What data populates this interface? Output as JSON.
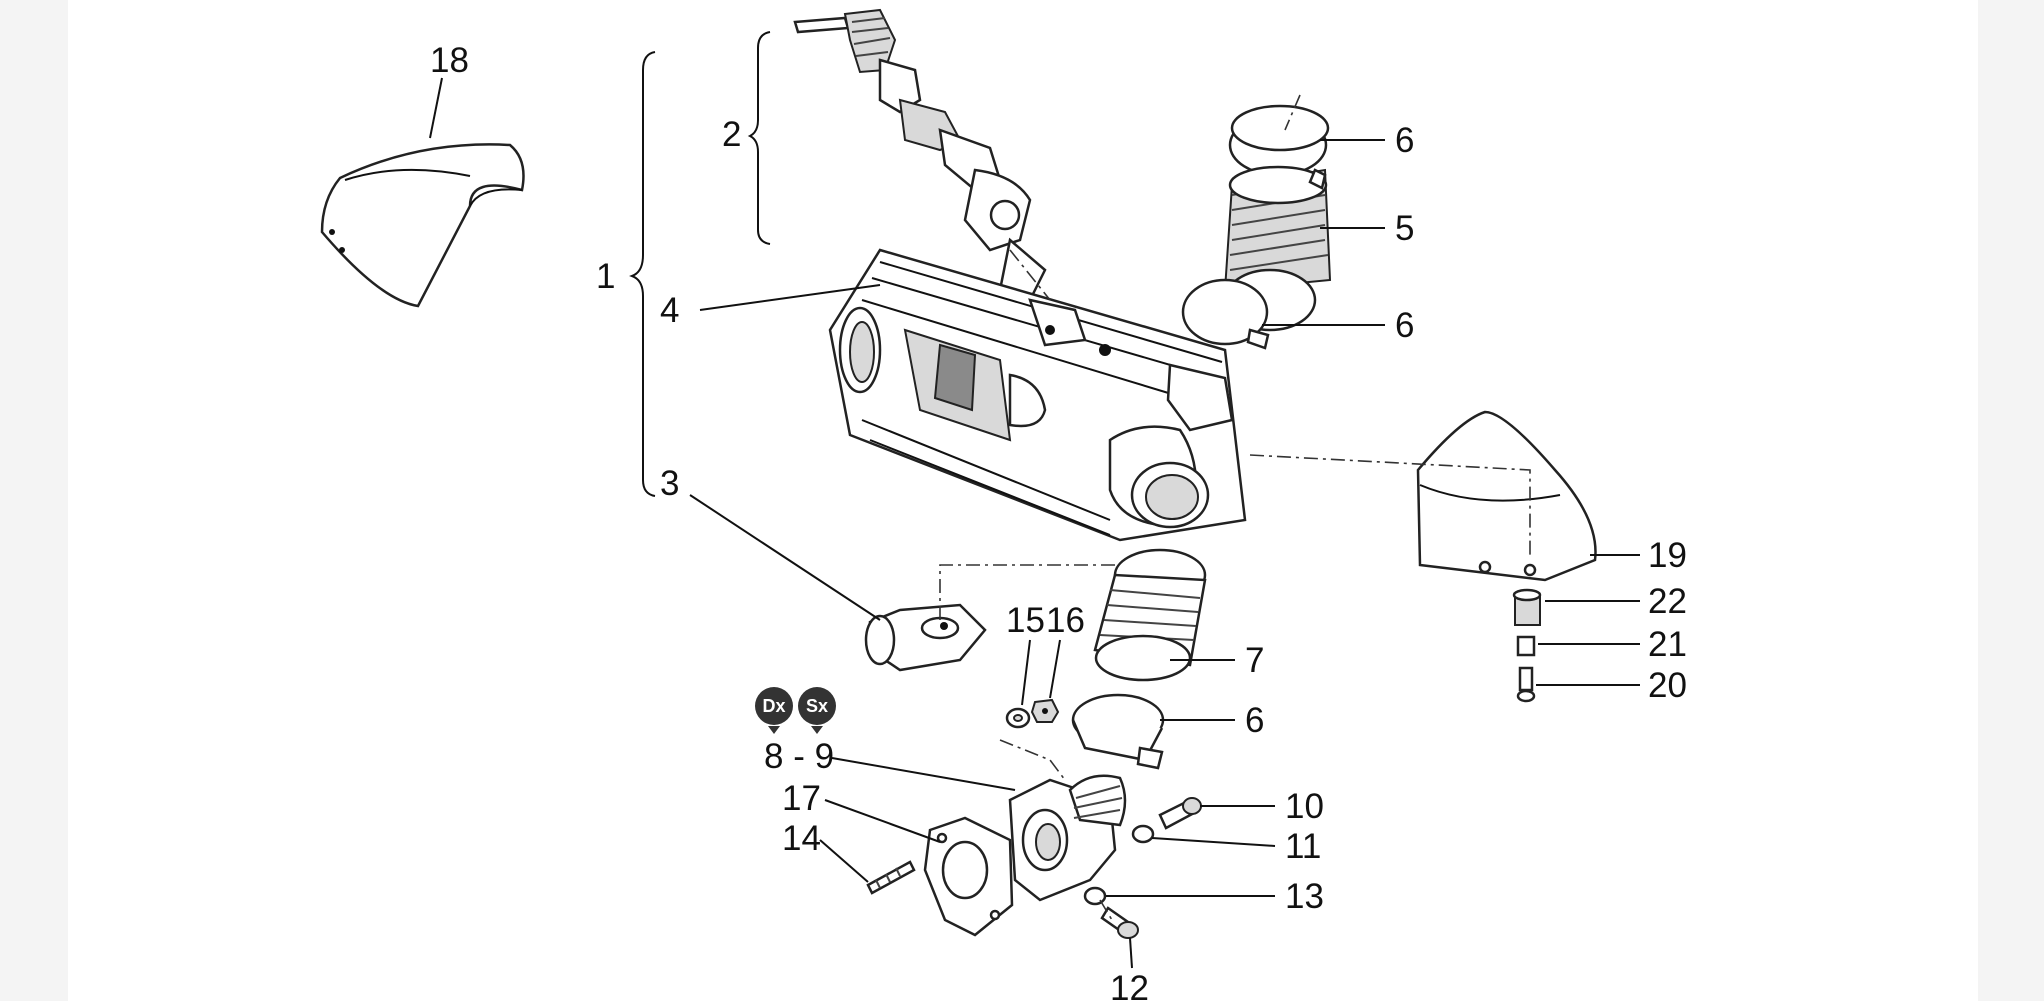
{
  "callouts": {
    "c1": "1",
    "c2": "2",
    "c3": "3",
    "c4": "4",
    "c5": "5",
    "c6a": "6",
    "c6b": "6",
    "c6c": "6",
    "c7": "7",
    "c8_9": "8 - 9",
    "c10": "10",
    "c11": "11",
    "c12": "12",
    "c13": "13",
    "c14": "14",
    "c15": "15",
    "c16": "16",
    "c17": "17",
    "c18": "18",
    "c19": "19",
    "c20": "20",
    "c21": "21",
    "c22": "22"
  },
  "side_badges": {
    "right": "Dx",
    "left": "Sx"
  },
  "colors": {
    "line": "#111111",
    "sheet": "#ffffff",
    "margin": "#f4f4f4",
    "badge": "#333333"
  }
}
